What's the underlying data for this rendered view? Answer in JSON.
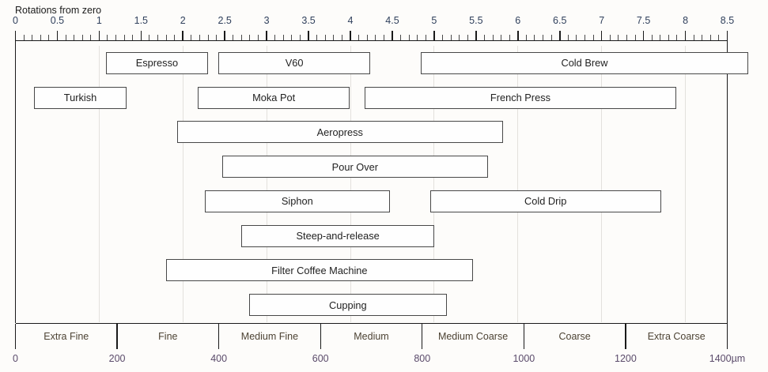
{
  "chart_data": {
    "type": "bar",
    "orientation": "horizontal",
    "title": "",
    "top_axis": {
      "label": "Rotations from zero",
      "min": 0,
      "max": 8.5,
      "major_step": 0.5,
      "minor_per_major": 5,
      "tick_labels": [
        "0",
        "0.5",
        "1",
        "1.5",
        "2",
        "2.5",
        "3",
        "3.5",
        "4",
        "4.5",
        "5",
        "5.5",
        "6",
        "6.5",
        "7",
        "7.5",
        "8",
        "8.5"
      ],
      "gridline_step": 1.0,
      "grid": true
    },
    "bottom_axis": {
      "label": "µm",
      "unit_suffix": "µm",
      "min": 0,
      "max": 1400,
      "step": 200,
      "tick_labels": [
        "0",
        "200",
        "400",
        "600",
        "800",
        "1000",
        "1200",
        "1400µm"
      ],
      "categories": [
        {
          "label": "Extra Fine",
          "start": 0,
          "end": 200
        },
        {
          "label": "Fine",
          "start": 200,
          "end": 400
        },
        {
          "label": "Medium Fine",
          "start": 400,
          "end": 600
        },
        {
          "label": "Medium",
          "start": 600,
          "end": 800
        },
        {
          "label": "Medium Coarse",
          "start": 800,
          "end": 1000
        },
        {
          "label": "Coarse",
          "start": 1000,
          "end": 1200
        },
        {
          "label": "Extra Coarse",
          "start": 1200,
          "end": 1400
        }
      ]
    },
    "rows": [
      [
        {
          "name": "Espresso",
          "start": 1.08,
          "end": 2.3
        },
        {
          "name": "V60",
          "start": 2.42,
          "end": 4.24
        },
        {
          "name": "Cold Brew",
          "start": 4.84,
          "end": 8.75
        }
      ],
      [
        {
          "name": "Turkish",
          "start": 0.22,
          "end": 1.33
        },
        {
          "name": "Moka Pot",
          "start": 2.18,
          "end": 3.99
        },
        {
          "name": "French Press",
          "start": 4.17,
          "end": 7.89
        }
      ],
      [
        {
          "name": "Aeropress",
          "start": 1.93,
          "end": 5.82
        }
      ],
      [
        {
          "name": "Pour Over",
          "start": 2.47,
          "end": 5.64
        }
      ],
      [
        {
          "name": "Siphon",
          "start": 2.26,
          "end": 4.47
        },
        {
          "name": "Cold Drip",
          "start": 4.95,
          "end": 7.71
        }
      ],
      [
        {
          "name": "Steep-and-release",
          "start": 2.7,
          "end": 5.0
        }
      ],
      [
        {
          "name": "Filter Coffee Machine",
          "start": 1.8,
          "end": 5.46
        }
      ],
      [
        {
          "name": "Cupping",
          "start": 2.79,
          "end": 5.15
        }
      ]
    ],
    "colors": {
      "background": "#fdfcfa",
      "bar_fill": "#fefefe",
      "bar_border": "#484848",
      "grid": "#e3e1dd",
      "axis": "#1a1a1a",
      "top_tick_text": "#30405c",
      "bottom_tick_text": "#5a4a6a",
      "category_text": "#4d4334"
    }
  }
}
